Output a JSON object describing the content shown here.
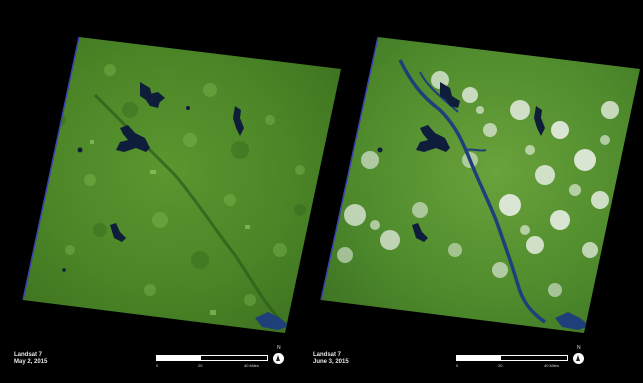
{
  "panels": [
    {
      "sensor": "Landsat 7",
      "date": "May 2, 2015",
      "scale_ticks": [
        "0",
        "20",
        "40 Miles"
      ],
      "north_label": "N"
    },
    {
      "sensor": "Landsat 7",
      "date": "June 3, 2015",
      "scale_ticks": [
        "0",
        "20",
        "40 Miles"
      ],
      "north_label": "N"
    }
  ],
  "colors": {
    "background": "#000000",
    "vegetation": "#4f8a2a",
    "vegetation_light": "#8fc45a",
    "water": "#0d1d3a",
    "flood_water": "#1f3f7a",
    "cloud": "#eef3ee",
    "edge": "#3b3fb5"
  }
}
